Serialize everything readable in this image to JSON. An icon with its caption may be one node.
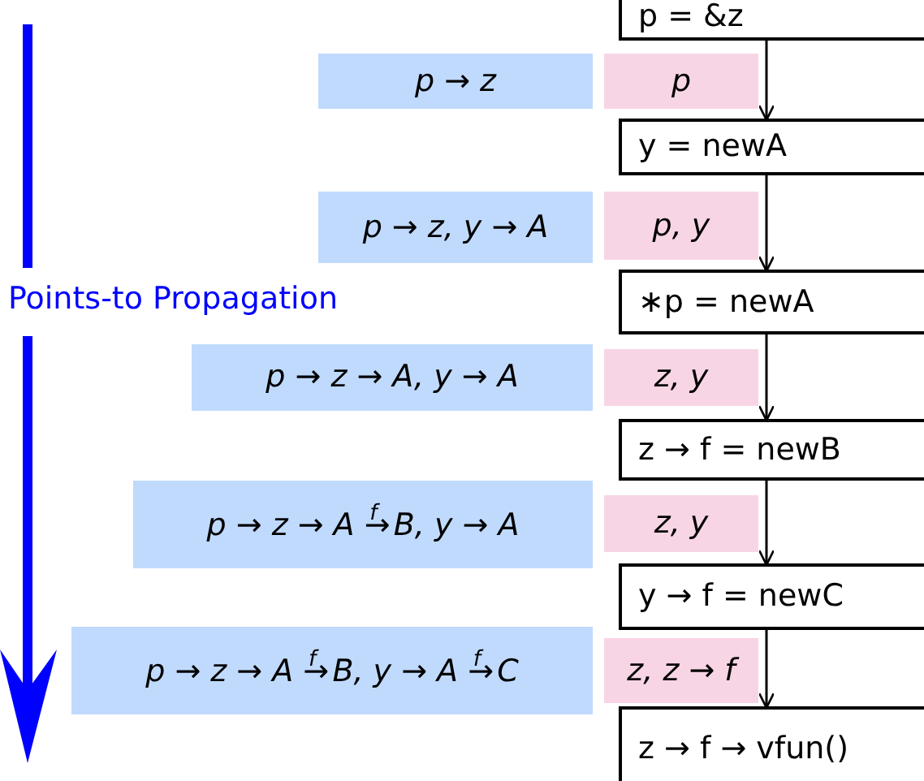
{
  "diagram": {
    "nodes": [
      {
        "text": [
          "p = &z"
        ]
      },
      {
        "text": [
          "p → z"
        ]
      },
      {
        "text": [
          "p"
        ]
      },
      {
        "text": [
          "y = newA"
        ]
      },
      {
        "text": [
          "p → z, y → A"
        ]
      },
      {
        "text": [
          "p, y"
        ]
      },
      {
        "text": [
          "∗p = newA"
        ]
      },
      {
        "text": [
          "p → z → A, y → A"
        ]
      },
      {
        "text": [
          "z, y"
        ]
      },
      {
        "text": [
          "z → f = newB"
        ]
      },
      {
        "text": [
          "p → z → A →$^{f}$ B, y → A"
        ]
      },
      {
        "text": [
          "z, y"
        ]
      },
      {
        "text": [
          "y → f = newC"
        ]
      },
      {
        "text": [
          "p → z → A →$^{f}$ B, y → A →$^{f}$ C"
        ]
      },
      {
        "text": [
          "z, z → f"
        ]
      },
      {
        "text": [
          "z → f → vfun()"
        ]
      }
    ],
    "edges": [
      {
        "from": 0,
        "to": 3,
        "arrow": "to"
      },
      {
        "from": 3,
        "to": 6,
        "arrow": "to"
      },
      {
        "from": 6,
        "to": 9,
        "arrow": "to"
      },
      {
        "from": 9,
        "to": 12,
        "arrow": "to"
      },
      {
        "from": 12,
        "to": 15,
        "arrow": "to"
      }
    ],
    "labels": [
      "Points-to Propagation"
    ]
  }
}
